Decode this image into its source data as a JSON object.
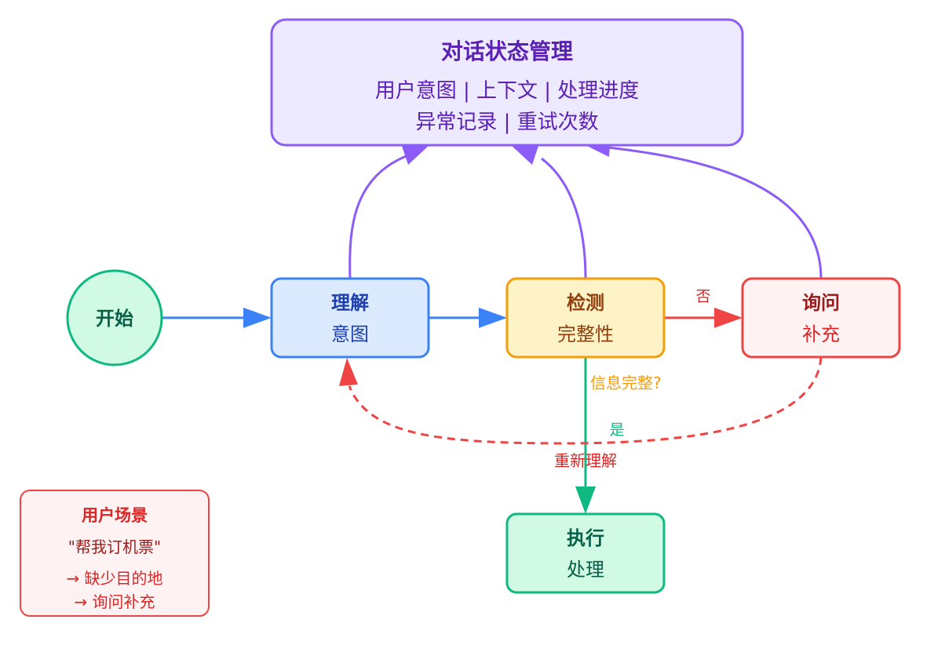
{
  "state_manager": {
    "title": "对话状态管理",
    "line1": "用户意图 | 上下文 | 处理进度",
    "line2": "异常记录 | 重试次数"
  },
  "nodes": {
    "start": {
      "label": "开始"
    },
    "understand": {
      "title": "理解",
      "subtitle": "意图"
    },
    "check": {
      "title": "检测",
      "subtitle": "完整性"
    },
    "ask": {
      "title": "询问",
      "subtitle": "补充"
    },
    "execute": {
      "title": "执行",
      "subtitle": "处理"
    }
  },
  "edge_labels": {
    "no": "否",
    "info_complete": "信息完整?",
    "yes": "是",
    "re_understand": "重新理解"
  },
  "scenario": {
    "title": "用户场景",
    "quote": "\"帮我订机票\"",
    "step1": "→ 缺少目的地",
    "step2": "→ 询问补充"
  },
  "colors": {
    "purple": "#8b5cf6",
    "purple_fill": "#ede9fe",
    "purple_text": "#5b21b6",
    "blue": "#3b82f6",
    "blue_fill": "#dbeafe",
    "blue_text": "#1e40af",
    "amber": "#f59e0b",
    "amber_fill": "#fef3c7",
    "amber_text": "#92400e",
    "red": "#ef4444",
    "red_fill": "#fef2f2",
    "red_text": "#991b1b",
    "green": "#10b981",
    "green_fill": "#d1fae5",
    "green_text": "#065f46"
  }
}
